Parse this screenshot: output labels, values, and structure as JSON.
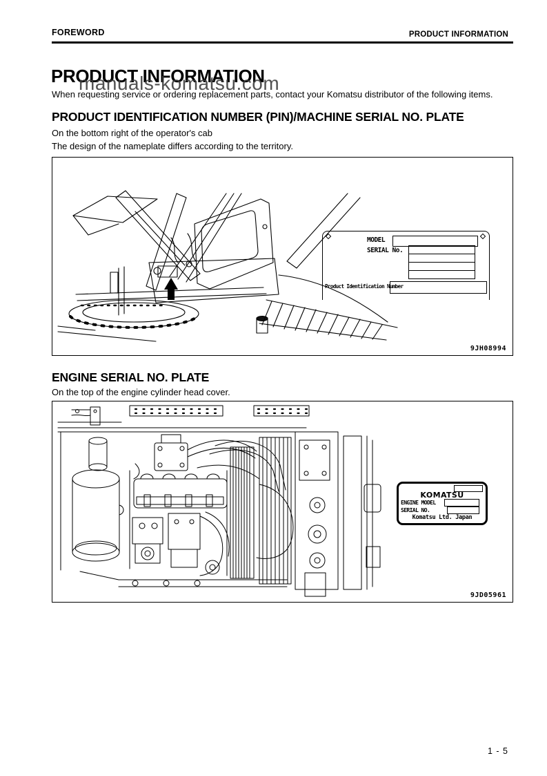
{
  "header": {
    "left": "FOREWORD",
    "right": "PRODUCT INFORMATION"
  },
  "watermark": "manuals-komatsu.com",
  "title": "PRODUCT INFORMATION",
  "intro": "When requesting service or ordering replacement parts, contact your Komatsu distributor of the following items.",
  "sections": [
    {
      "heading": "PRODUCT IDENTIFICATION NUMBER (PIN)/MACHINE SERIAL NO. PLATE",
      "line1": "On the bottom right of the operator's cab",
      "line2": "The design of the nameplate differs according to the territory.",
      "figure_code": "9JH08994",
      "plate": {
        "model_label": "MODEL",
        "serial_label": "SERIAL No.",
        "pin_label": "Product Identification Number",
        "screw_mark_icon": "diamond"
      }
    },
    {
      "heading": "ENGINE SERIAL NO. PLATE",
      "line1": "On the top of the engine cylinder head cover.",
      "figure_code": "9JD05961",
      "plate": {
        "brand": "KOMATSU",
        "engine_model_label": "ENGINE MODEL",
        "serial_label": "SERIAL NO.",
        "footer": "Komatsu Ltd. Japan"
      }
    }
  ],
  "page_number": "1 - 5",
  "colors": {
    "ink": "#000000",
    "watermark_gray": "#3a3a3a",
    "paper": "#ffffff"
  }
}
